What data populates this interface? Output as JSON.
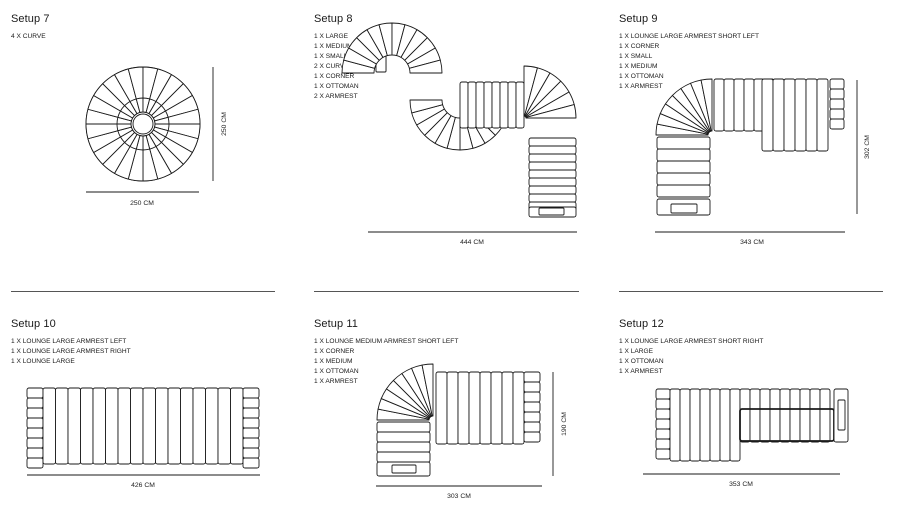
{
  "setups": [
    {
      "id": "setup-7",
      "title": "Setup 7",
      "items": [
        "4 X CURVE"
      ],
      "width_label": "250 CM",
      "depth_label": "250 CM"
    },
    {
      "id": "setup-8",
      "title": "Setup 8",
      "items": [
        "1 X LARGE",
        "1 X MEDIUM",
        "1 X SMALL",
        "2 X CURVE",
        "1 X CORNER",
        "1 X OTTOMAN",
        "2 X ARMREST"
      ],
      "width_label": "444 CM",
      "depth_label": ""
    },
    {
      "id": "setup-9",
      "title": "Setup 9",
      "items": [
        "1 X LOUNGE LARGE ARMREST SHORT LEFT",
        "1 X CORNER",
        "1 X SMALL",
        "1 X MEDIUM",
        "1 X OTTOMAN",
        "1 X ARMREST"
      ],
      "width_label": "343 CM",
      "depth_label": "302 CM"
    },
    {
      "id": "setup-10",
      "title": "Setup 10",
      "items": [
        "1 X LOUNGE LARGE ARMREST LEFT",
        "1 X LOUNGE LARGE ARMREST RIGHT",
        "1 X LOUNGE LARGE"
      ],
      "width_label": "426 CM",
      "depth_label": ""
    },
    {
      "id": "setup-11",
      "title": "Setup 11",
      "items": [
        "1 X LOUNGE MEDIUM ARMREST SHORT LEFT",
        "1 X CORNER",
        "1 X MEDIUM",
        "1 X OTTOMAN",
        "1 X ARMREST"
      ],
      "width_label": "303 CM",
      "depth_label": "190 CM"
    },
    {
      "id": "setup-12",
      "title": "Setup 12",
      "items": [
        "1 X LOUNGE LARGE ARMREST SHORT RIGHT",
        "1 X LARGE",
        "1 X OTTOMAN",
        "1 X ARMREST"
      ],
      "width_label": "353 CM",
      "depth_label": ""
    }
  ],
  "colors": {
    "line": "#1a1a1a",
    "background": "#ffffff"
  }
}
